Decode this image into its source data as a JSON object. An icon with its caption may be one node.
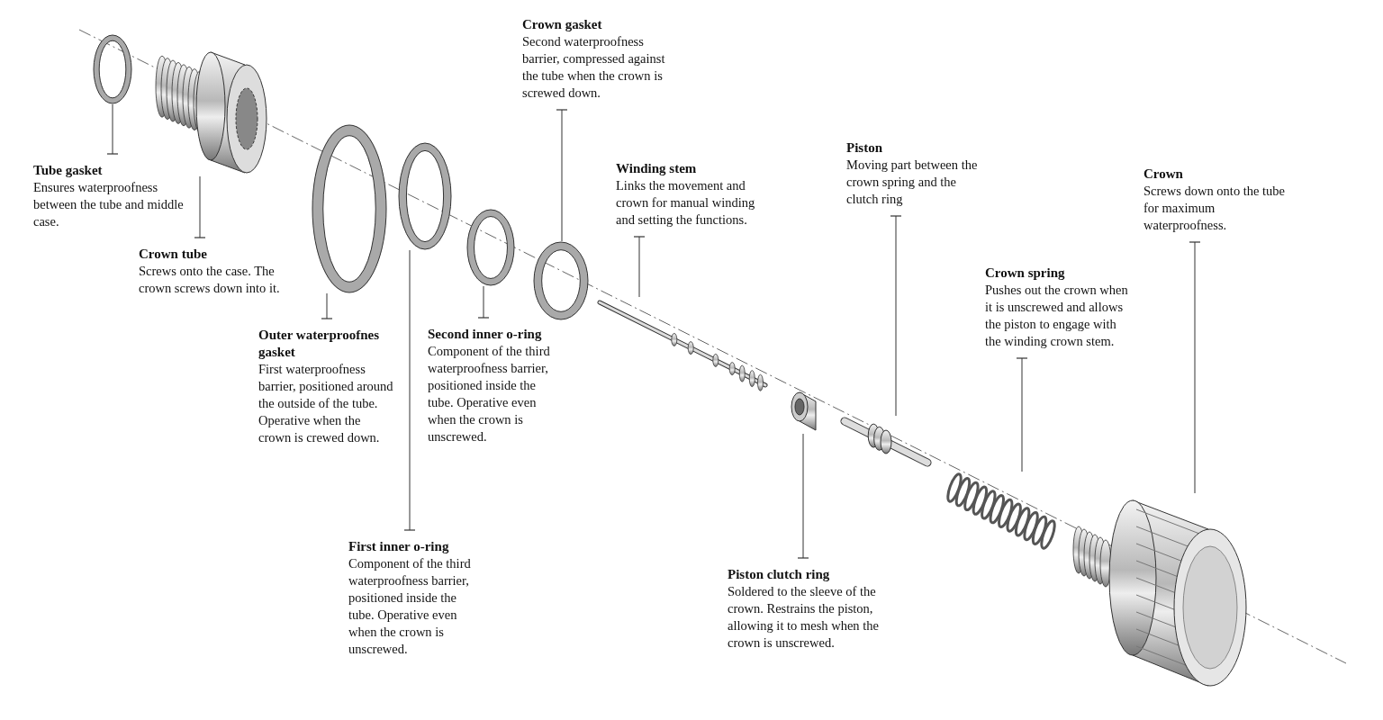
{
  "diagram": {
    "nodes": [
      {
        "text": [
          "Tube gasket",
          "Ensures waterproofness between the tube and middle case."
        ]
      },
      {
        "text": [
          "Crown tube",
          "Screws onto the case. The crown screws down into it."
        ]
      },
      {
        "text": [
          "Outer waterproofnes gasket",
          "First waterproofness barrier, positioned around the outside of the tube. Operative when the crown is crewed down."
        ]
      },
      {
        "text": [
          "First inner o-ring",
          "Component of the third waterproofness barrier, positioned inside the tube. Operative even when the crown is unscrewed."
        ]
      },
      {
        "text": [
          "Second inner o-ring",
          "Component of the third waterproofness barrier, positioned inside the tube. Operative even when the crown is unscrewed."
        ]
      },
      {
        "text": [
          "Crown gasket",
          "Second waterproofness barrier, compressed against the tube when the crown is screwed down."
        ]
      },
      {
        "text": [
          "Winding stem",
          "Links the movement and crown for manual winding and setting the functions."
        ]
      },
      {
        "text": [
          "Piston clutch ring",
          "Soldered to the sleeve of the crown. Restrains the piston, allowing it to mesh when the crown is unscrewed."
        ]
      },
      {
        "text": [
          "Piston",
          "Moving part between the crown spring and the clutch ring"
        ]
      },
      {
        "text": [
          "Crown spring",
          "Pushes out the crown when it is unscrewed and allows the piston to engage with the winding crown stem."
        ]
      },
      {
        "text": [
          "Crown",
          "Screws down onto the tube for maximum waterproofness."
        ]
      },
      {
        "text": [],
        "shape": "picture"
      },
      {
        "text": [],
        "shape": "picture"
      },
      {
        "text": [],
        "shape": "picture"
      },
      {
        "text": [],
        "shape": "picture"
      },
      {
        "text": [],
        "shape": "picture"
      },
      {
        "text": [],
        "shape": "picture"
      },
      {
        "text": [],
        "shape": "picture"
      },
      {
        "text": [],
        "shape": "picture"
      },
      {
        "text": [],
        "shape": "picture"
      },
      {
        "text": [],
        "shape": "picture"
      },
      {
        "text": [],
        "shape": "picture"
      }
    ],
    "edges": [
      {
        "from": 0,
        "to": 11,
        "arrow": "other"
      },
      {
        "from": 1,
        "to": 12,
        "arrow": "other"
      },
      {
        "from": 2,
        "to": 13,
        "arrow": "other"
      },
      {
        "from": 3,
        "to": 14,
        "arrow": "other"
      },
      {
        "from": 4,
        "to": 15,
        "arrow": "other"
      },
      {
        "from": 5,
        "to": 16,
        "arrow": "other"
      },
      {
        "from": 6,
        "to": 17,
        "arrow": "other"
      },
      {
        "from": 7,
        "to": 18,
        "arrow": "other"
      },
      {
        "from": 8,
        "to": 19,
        "arrow": "other"
      },
      {
        "from": 9,
        "to": 20,
        "arrow": "other"
      },
      {
        "from": 10,
        "to": 21,
        "arrow": "other"
      }
    ]
  }
}
